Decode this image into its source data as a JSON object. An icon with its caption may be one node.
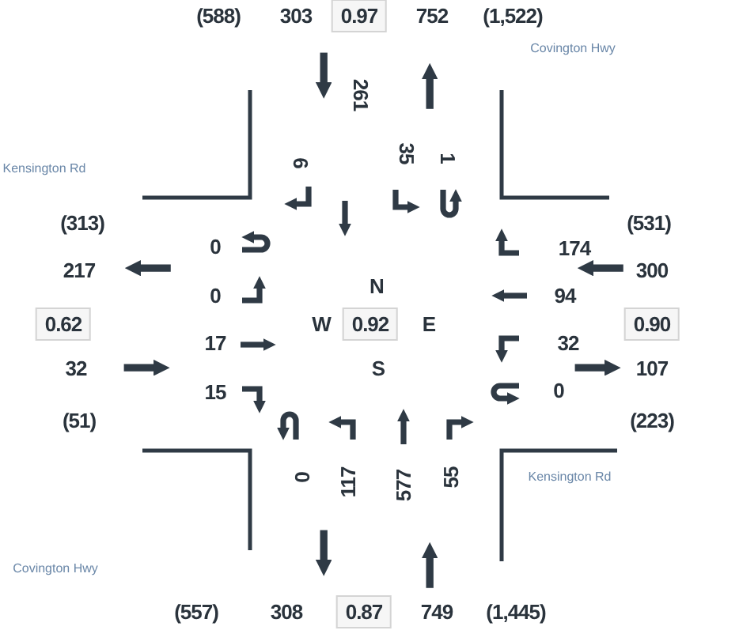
{
  "diagram": {
    "labels": [
      "(588)",
      "303",
      "0.97",
      "752",
      "(1,522)",
      "Covington Hwy",
      "261",
      "6",
      "35",
      "1",
      "Kensington Rd",
      "(313)",
      "0",
      "174",
      "(531)",
      "217",
      "300",
      "N",
      "0",
      "94",
      "0.62",
      "W",
      "0.92",
      "E",
      "0.90",
      "17",
      "32",
      "32",
      "S",
      "107",
      "15",
      "0",
      "(51)",
      "(223)",
      "0",
      "117",
      "577",
      "55",
      "Kensington Rd",
      "Covington Hwy",
      "(557)",
      "308",
      "0.87",
      "749",
      "(1,445)"
    ]
  }
}
